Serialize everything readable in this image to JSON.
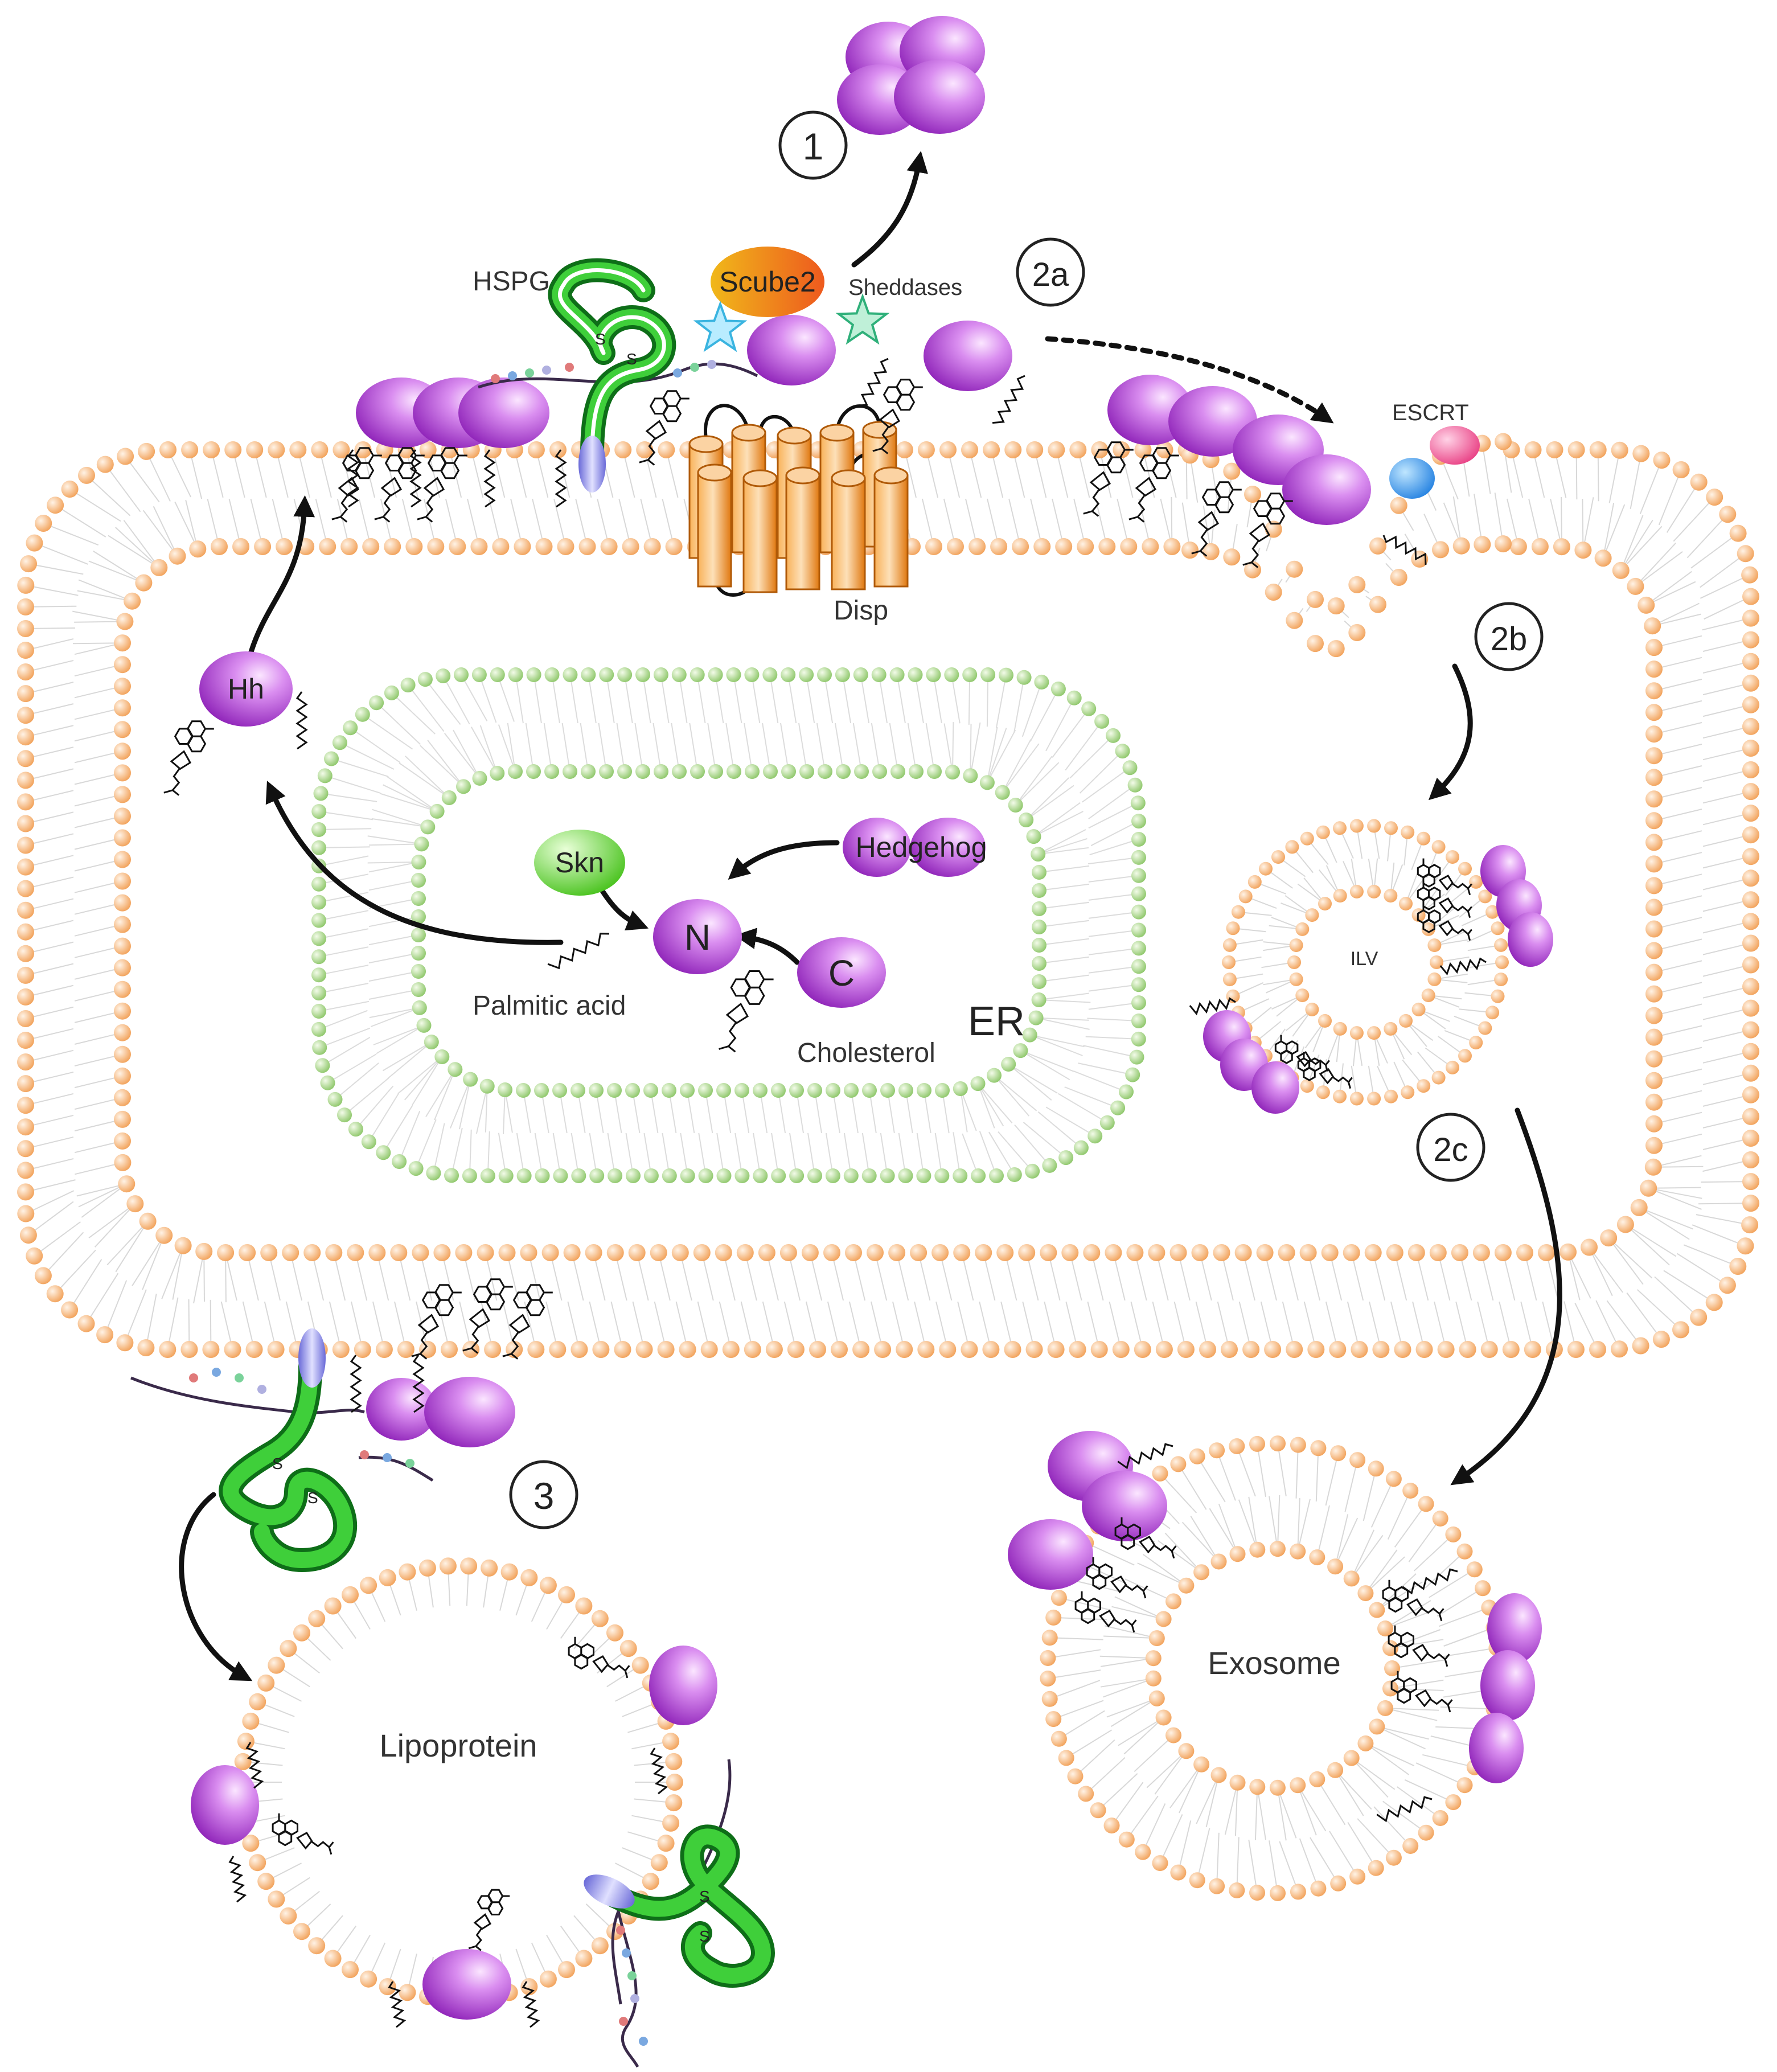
{
  "labels": {
    "step1": "1",
    "step2a": "2a",
    "step2b": "2b",
    "step2c": "2c",
    "step3": "3",
    "hspg": "HSPG",
    "scube2": "Scube2",
    "sheddases": "Sheddases",
    "escrt": "ESCRT",
    "disp": "Disp",
    "hh": "Hh",
    "skn": "Skn",
    "n": "N",
    "c": "C",
    "hedgehog": "Hedgehog",
    "palmitic_acid": "Palmitic acid",
    "cholesterol": "Cholesterol",
    "er": "ER",
    "ilv": "ILV",
    "lipoprotein": "Lipoprotein",
    "exosome": "Exosome",
    "s": "S"
  },
  "colors": {
    "membrane_head": "#f4a860",
    "er_head": "#9fcf7f",
    "hh_protein": "#b84fd8",
    "hh_protein_light": "#e3a0f0",
    "disp_cylinder": "#f08a20",
    "scube2": "#f07a18",
    "skn": "#6ad82a",
    "hspg_green": "#1f9a2a",
    "escrt_blue": "#2a8fe0",
    "escrt_pink": "#ee4a8a",
    "star_blue": "#7ad2ee",
    "star_teal": "#4ac89a"
  },
  "icons": {
    "star_left": "sheddase-star-icon",
    "star_right": "sheddase-star-icon"
  }
}
